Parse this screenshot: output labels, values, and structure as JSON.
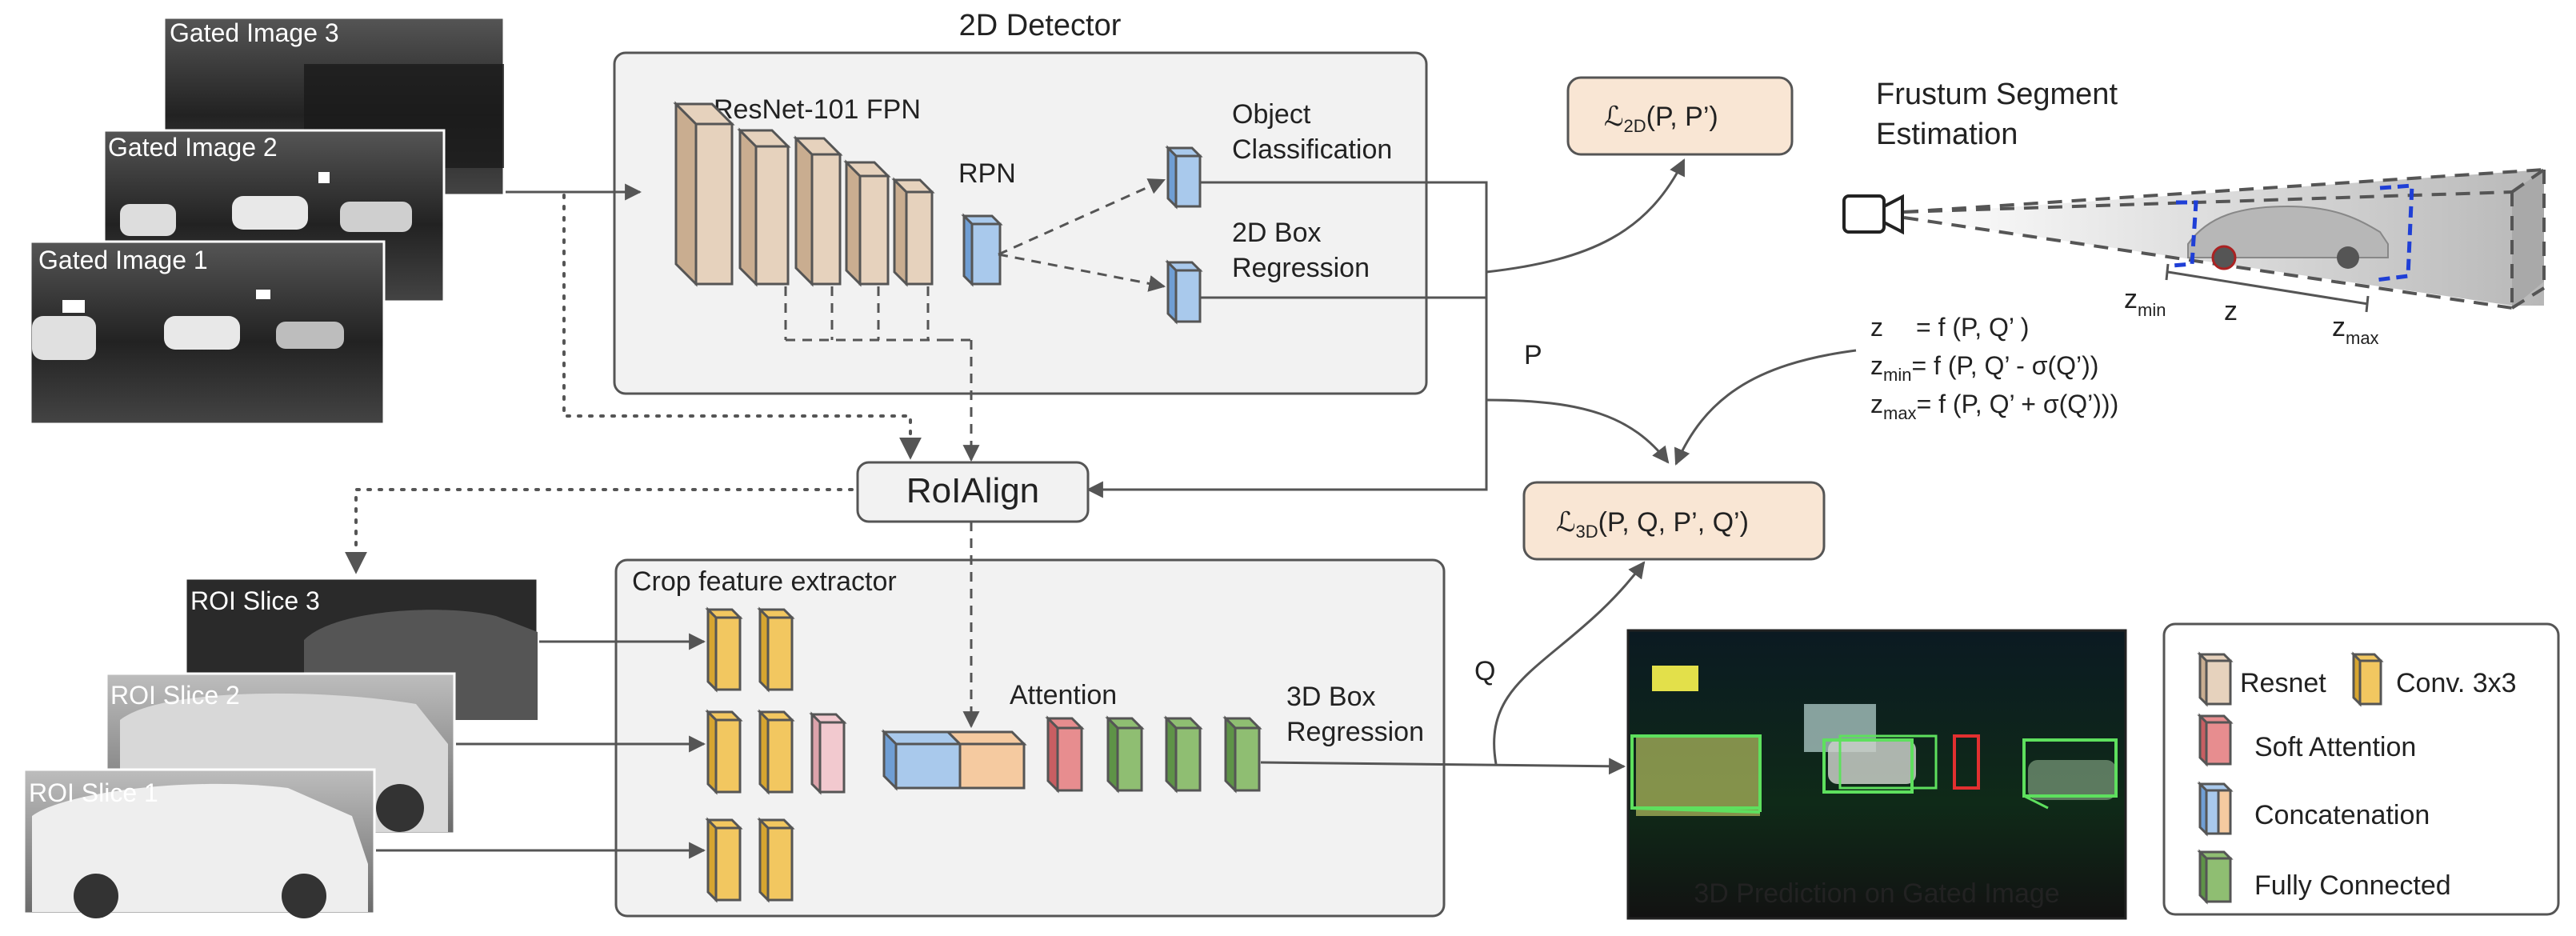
{
  "inputs": {
    "gated_images": [
      "Gated Image 3",
      "Gated Image 2",
      "Gated Image 1"
    ],
    "roi_slices": [
      "ROI Slice 3",
      "ROI Slice 2",
      "ROI Slice 1"
    ]
  },
  "detector": {
    "title": "2D Detector",
    "backbone": "ResNet-101 FPN",
    "rpn": "RPN",
    "cls_line1": "Object",
    "cls_line2": "Classification",
    "box_line1": "2D Box",
    "box_line2": "Regression"
  },
  "roialign": "RoIAlign",
  "crop": {
    "title": "Crop feature extractor",
    "attention": "Attention",
    "box3d_line1": "3D Box",
    "box3d_line2": "Regression"
  },
  "losses": {
    "l2d_sym": "ℒ",
    "l2d_sub": "2D",
    "l2d_args": "(P, P’)",
    "l3d_sym": "ℒ",
    "l3d_sub": "3D",
    "l3d_args": "(P, Q, P’, Q’)"
  },
  "edges": {
    "p": "P",
    "q": "Q"
  },
  "frustum": {
    "title_line1": "Frustum Segment",
    "title_line2": "Estimation",
    "z_min": "z",
    "z_min_sub": "min",
    "z_mid": "z",
    "z_max": "z",
    "z_max_sub": "max"
  },
  "equations": {
    "eq1_var": "z",
    "eq1_rhs": "= f (P, Q’ )",
    "eq2_var": "z",
    "eq2_sub": "min",
    "eq2_rhs": "= f (P, Q’ - σ(Q’))",
    "eq3_var": "z",
    "eq3_sub": "max",
    "eq3_rhs": "= f (P, Q’ + σ(Q’)))"
  },
  "prediction_caption": "3D Prediction on Gated Image",
  "legend": {
    "resnet": "Resnet",
    "conv": "Conv. 3x3",
    "soft_attention": "Soft Attention",
    "concatenation": "Concatenation",
    "fully_connected": "Fully Connected"
  },
  "colors": {
    "resnet_front": "#e6d2bd",
    "resnet_side": "#c9ad90",
    "conv_front": "#f2c760",
    "conv_side": "#d6a530",
    "blue_front": "#a9c9ec",
    "blue_side": "#6f9ed4",
    "peach_front": "#f5caa0",
    "pink_front": "#f2c9cf",
    "red_front": "#e78d8f",
    "red_side": "#c85e62",
    "green_front": "#8fbe72",
    "green_side": "#5e9347",
    "box_fill": "#f2f2f2",
    "loss_fill": "#f9e6d4",
    "line": "#555555",
    "bbox_green": "#5ee05e",
    "bbox_red": "#e23030",
    "frustum_blue": "#1f3fd6"
  }
}
